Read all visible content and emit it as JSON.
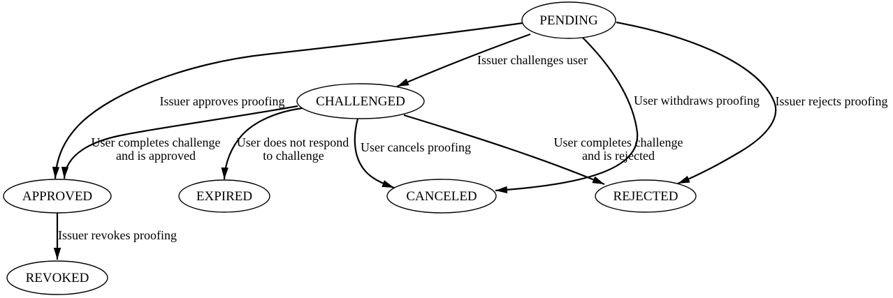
{
  "colors": {
    "background": "#ffffff",
    "stroke": "#000000",
    "text": "#000000"
  },
  "diagram": {
    "type": "state-diagram",
    "nodes": {
      "pending": {
        "label": "PENDING"
      },
      "challenged": {
        "label": "CHALLENGED"
      },
      "approved": {
        "label": "APPROVED"
      },
      "expired": {
        "label": "EXPIRED"
      },
      "canceled": {
        "label": "CANCELED"
      },
      "rejected": {
        "label": "REJECTED"
      },
      "revoked": {
        "label": "REVOKED"
      }
    },
    "edges": {
      "pending_challenged": {
        "from": "PENDING",
        "to": "CHALLENGED",
        "label": "Issuer challenges user"
      },
      "pending_approved": {
        "from": "PENDING",
        "to": "APPROVED",
        "label": "Issuer approves proofing"
      },
      "pending_canceled": {
        "from": "PENDING",
        "to": "CANCELED",
        "label": "User withdraws proofing"
      },
      "pending_rejected": {
        "from": "PENDING",
        "to": "REJECTED",
        "label": "Issuer rejects proofing"
      },
      "challenged_approved": {
        "from": "CHALLENGED",
        "to": "APPROVED",
        "label_line1": "User completes challenge",
        "label_line2": "and is approved"
      },
      "challenged_expired": {
        "from": "CHALLENGED",
        "to": "EXPIRED",
        "label_line1": "User does not respond",
        "label_line2": "to challenge"
      },
      "challenged_canceled": {
        "from": "CHALLENGED",
        "to": "CANCELED",
        "label": "User cancels proofing"
      },
      "challenged_rejected": {
        "from": "CHALLENGED",
        "to": "REJECTED",
        "label_line1": "User completes challenge",
        "label_line2": "and is rejected"
      },
      "approved_revoked": {
        "from": "APPROVED",
        "to": "REVOKED",
        "label": "Issuer revokes proofing"
      }
    }
  }
}
